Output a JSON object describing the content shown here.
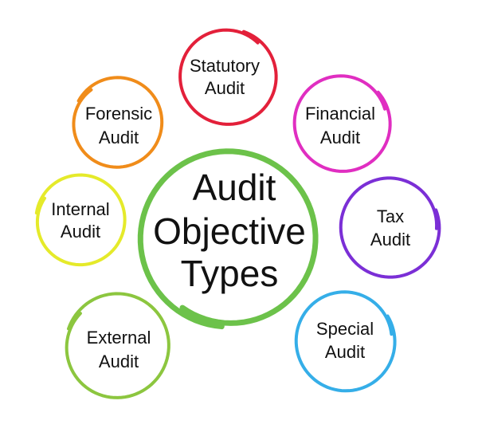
{
  "center": {
    "lines": [
      "Audit",
      "Objective",
      "Types"
    ],
    "color": "#6cc24a"
  },
  "nodes": [
    {
      "id": "statutory",
      "lines": [
        "Statutory",
        "Audit"
      ],
      "color": "#e3203a"
    },
    {
      "id": "financial",
      "lines": [
        "Financial",
        "Audit"
      ],
      "color": "#e02ec1"
    },
    {
      "id": "tax",
      "lines": [
        "Tax",
        "Audit"
      ],
      "color": "#7b2fd6"
    },
    {
      "id": "special",
      "lines": [
        "Special",
        "Audit"
      ],
      "color": "#35aee8"
    },
    {
      "id": "external",
      "lines": [
        "External",
        "Audit"
      ],
      "color": "#8cc63f"
    },
    {
      "id": "internal",
      "lines": [
        "Internal",
        "Audit"
      ],
      "color": "#e5ea2a"
    },
    {
      "id": "forensic",
      "lines": [
        "Forensic",
        "Audit"
      ],
      "color": "#f08c1a"
    }
  ]
}
